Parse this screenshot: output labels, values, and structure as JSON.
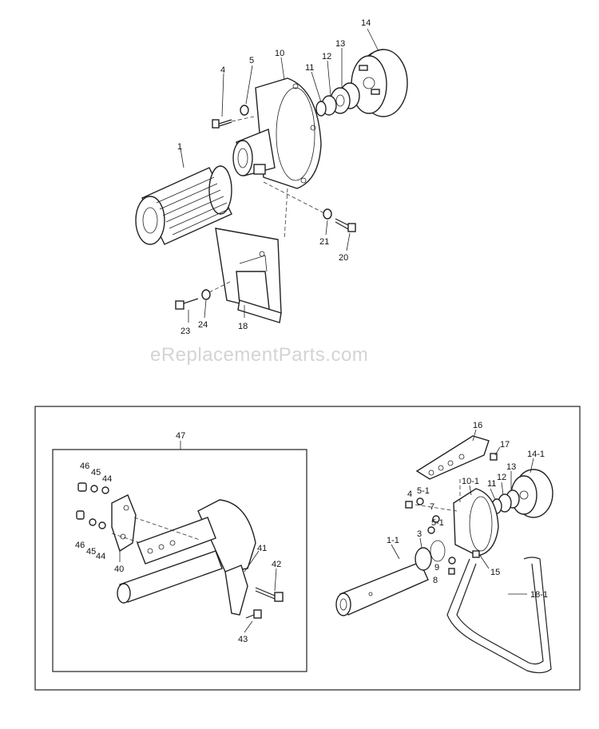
{
  "watermark": "eReplacementParts.com",
  "labels": {
    "p1": "1",
    "p4": "4",
    "p5": "5",
    "p10": "10",
    "p11": "11",
    "p12": "12",
    "p13": "13",
    "p14": "14",
    "p18": "18",
    "p20": "20",
    "p21": "21",
    "p23": "23",
    "p24": "24",
    "k47": "47",
    "k46a": "46",
    "k45a": "45",
    "k44a": "44",
    "k46b": "46",
    "k45b": "45",
    "k44b": "44",
    "k40": "40",
    "k41": "41",
    "k42": "42",
    "k43": "43",
    "k16": "16",
    "k17": "17",
    "k141": "14-1",
    "k13": "13",
    "k12": "12",
    "k101": "10-1",
    "k11": "11",
    "k45": "4",
    "k51a": "5-1",
    "k7": "7",
    "k51b": "5-1",
    "k11b": "1-1",
    "k3": "3",
    "k9": "9",
    "k8": "8",
    "k15": "15",
    "k181": "18-1"
  }
}
